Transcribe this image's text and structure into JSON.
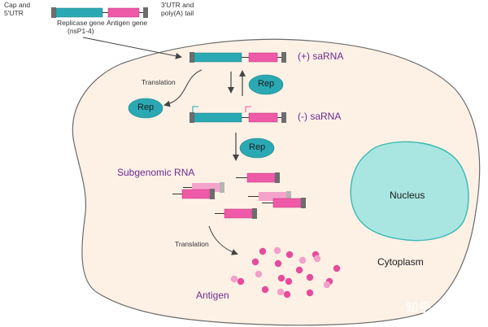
{
  "legend": {
    "cap_label": "Cap and\n5'UTR",
    "replicase_label": "Replicase gene\n(nsP1-4)",
    "antigen_gene_label": "Antigen gene",
    "tail_label": "3'UTR and\npoly(A) tail"
  },
  "labels": {
    "plus_sarna": "(+) saRNA",
    "minus_sarna": "(-) saRNA",
    "translation_top": "Translation",
    "translation_bottom": "Translation",
    "subgenomic_rna": "Subgenomic RNA",
    "nucleus": "Nucleus",
    "cytoplasm": "Cytoplasm",
    "antigen": "Antigen"
  },
  "rep": {
    "translation_rep": "Rep",
    "replication_rep": "Rep",
    "subgenomic_rep": "Rep"
  },
  "watermark": "知乎 @aaaa",
  "colors": {
    "cell_fill": "#fdf1e6",
    "cell_stroke": "#6b6b6b",
    "nucleus_fill": "#a9e6e2",
    "nucleus_stroke": "#3cb8b0",
    "replicase": "#2aa9b4",
    "antigen_gene": "#ef5aa8",
    "antigen_light": "#f6a3cb",
    "utr_cap": "#6d6d6d",
    "rep_fill": "#2aa9b4",
    "antigen_dot": "#e64c9c",
    "antigen_dot_light": "#f3a0c9",
    "label_purple": "#6b2d8f"
  }
}
